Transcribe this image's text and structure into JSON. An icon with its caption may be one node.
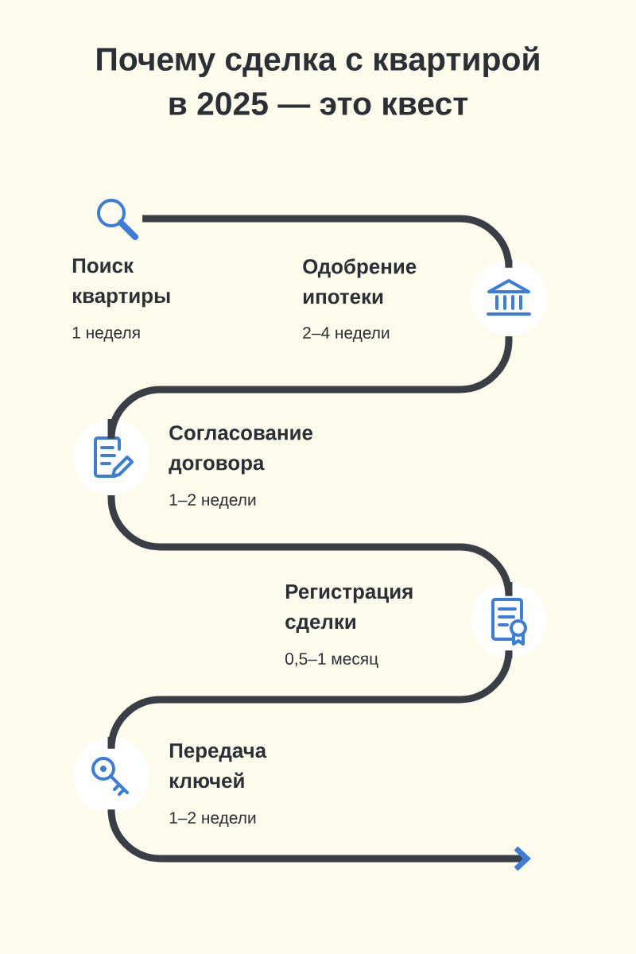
{
  "diagram": {
    "title": "Почему сделка с квартирой в 2025 — это квест",
    "nodes": [
      {
        "text": [],
        "shape": "magnifier",
        "beside": [
          "Поиск квартиры",
          "1 неделя"
        ]
      },
      {
        "text": [],
        "shape": "circle",
        "beside": [
          "Одобрение ипотеки",
          "2–4 недели"
        ]
      },
      {
        "text": [],
        "shape": "circle",
        "beside": [
          "Согласование договора",
          "1–2 недели"
        ]
      },
      {
        "text": [],
        "shape": "circle",
        "beside": [
          "Регистрация сделки",
          "0,5–1 месяц"
        ]
      },
      {
        "text": [],
        "shape": "circle",
        "beside": [
          "Передача ключей",
          "1–2 недели"
        ]
      }
    ],
    "edges": [
      {
        "from": 0,
        "to": 1,
        "arrow": "none"
      },
      {
        "from": 1,
        "to": 2,
        "arrow": "none"
      },
      {
        "from": 2,
        "to": 3,
        "arrow": "none"
      },
      {
        "from": 3,
        "to": 4,
        "arrow": "none"
      },
      {
        "from": 4,
        "to": null,
        "arrow": "to"
      }
    ]
  }
}
